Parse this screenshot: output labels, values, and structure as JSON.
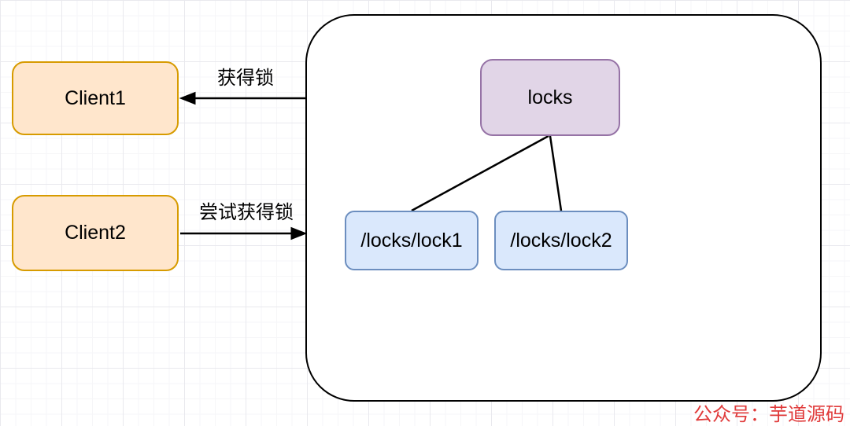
{
  "nodes": {
    "client1": "Client1",
    "client2": "Client2",
    "locks": "locks",
    "lock1": "/locks/lock1",
    "lock2": "/locks/lock2"
  },
  "edge_labels": {
    "acquire_lock": "获得锁",
    "try_acquire_lock": "尝试获得锁"
  },
  "watermark": "公众号：芋道源码",
  "colors": {
    "client_fill": "#FFE6CC",
    "client_border": "#D79B00",
    "locks_fill": "#E1D5E7",
    "locks_border": "#9673A6",
    "lock_node_fill": "#DAE8FC",
    "lock_node_border": "#6C8EBF",
    "line": "#000000",
    "watermark_text": "#E03A3A"
  }
}
